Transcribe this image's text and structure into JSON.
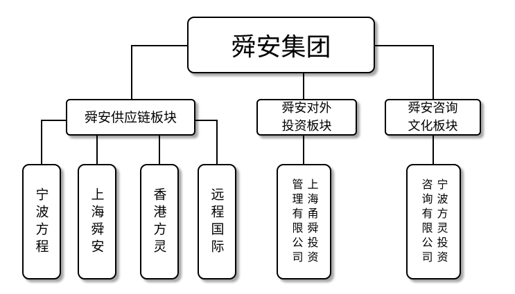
{
  "root": {
    "label": "舜安集团"
  },
  "sectors": [
    {
      "label": "舜安供应链板块"
    },
    {
      "label_lines": [
        "舜安对外",
        "投资板块"
      ]
    },
    {
      "label_lines": [
        "舜安咨询",
        "文化板块"
      ]
    }
  ],
  "supply_chain_units": [
    "宁波方程",
    "上海舜安",
    "香港方灵",
    "远程国际"
  ],
  "investment_unit": {
    "lines": [
      "上海甬舜投资",
      "管理有限公司"
    ]
  },
  "consulting_unit": {
    "lines": [
      "宁波方灵投资",
      "咨询有限公司"
    ]
  }
}
